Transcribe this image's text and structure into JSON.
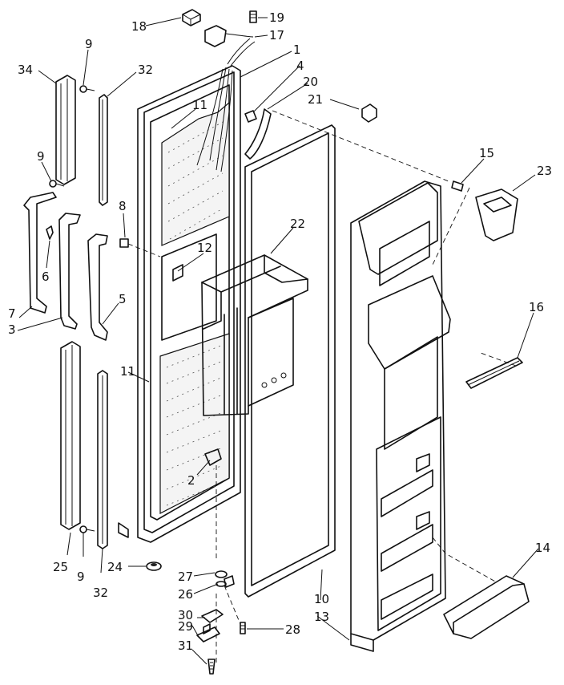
{
  "callouts": [
    {
      "id": "c18",
      "text": "18"
    },
    {
      "id": "c19",
      "text": "19"
    },
    {
      "id": "c17",
      "text": "17"
    },
    {
      "id": "c9a",
      "text": "9"
    },
    {
      "id": "c34",
      "text": "34"
    },
    {
      "id": "c32a",
      "text": "32"
    },
    {
      "id": "c1",
      "text": "1"
    },
    {
      "id": "c4",
      "text": "4"
    },
    {
      "id": "c20",
      "text": "20"
    },
    {
      "id": "c21",
      "text": "21"
    },
    {
      "id": "c11a",
      "text": "11"
    },
    {
      "id": "c15",
      "text": "15"
    },
    {
      "id": "c23",
      "text": "23"
    },
    {
      "id": "c9b",
      "text": "9"
    },
    {
      "id": "c8",
      "text": "8"
    },
    {
      "id": "c22",
      "text": "22"
    },
    {
      "id": "c12",
      "text": "12"
    },
    {
      "id": "c6",
      "text": "6"
    },
    {
      "id": "c5",
      "text": "5"
    },
    {
      "id": "c16",
      "text": "16"
    },
    {
      "id": "c7",
      "text": "7"
    },
    {
      "id": "c3",
      "text": "3"
    },
    {
      "id": "c11b",
      "text": "11"
    },
    {
      "id": "c2",
      "text": "2"
    },
    {
      "id": "c14",
      "text": "14"
    },
    {
      "id": "c24",
      "text": "24"
    },
    {
      "id": "c25",
      "text": "25"
    },
    {
      "id": "c9c",
      "text": "9"
    },
    {
      "id": "c32b",
      "text": "32"
    },
    {
      "id": "c27",
      "text": "27"
    },
    {
      "id": "c10",
      "text": "10"
    },
    {
      "id": "c13",
      "text": "13"
    },
    {
      "id": "c26",
      "text": "26"
    },
    {
      "id": "c30",
      "text": "30"
    },
    {
      "id": "c29",
      "text": "29"
    },
    {
      "id": "c28",
      "text": "28"
    },
    {
      "id": "c31",
      "text": "31"
    }
  ]
}
